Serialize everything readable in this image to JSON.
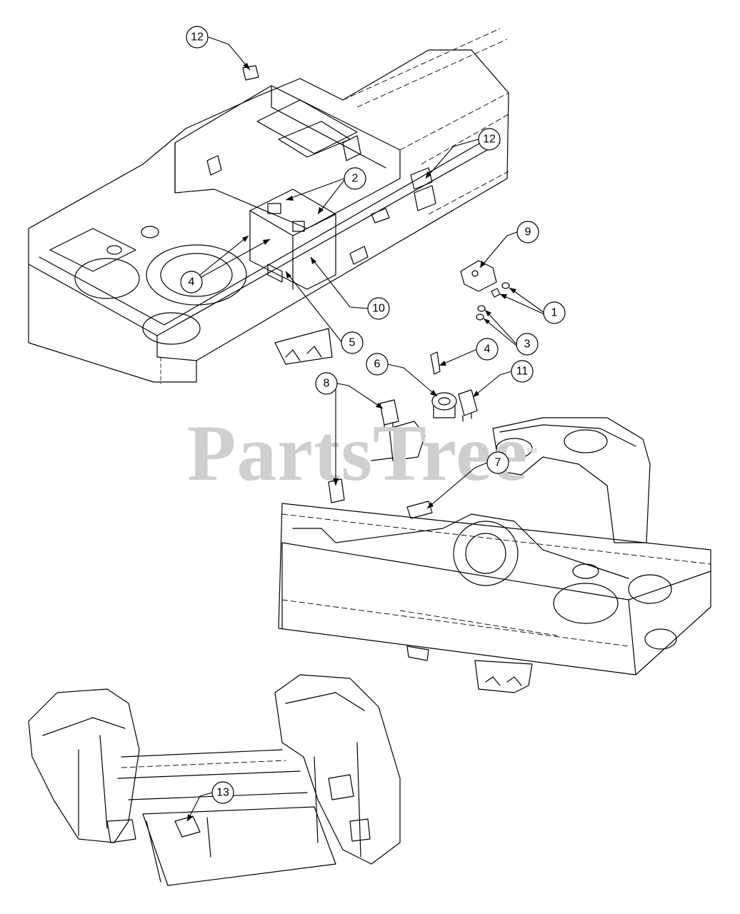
{
  "watermark": {
    "text": "PartsTree",
    "trademark": "™"
  },
  "callouts": [
    {
      "id": "c12a",
      "label": "12"
    },
    {
      "id": "c12b",
      "label": "12"
    },
    {
      "id": "c2",
      "label": "2"
    },
    {
      "id": "c9",
      "label": "9"
    },
    {
      "id": "c4a",
      "label": "4"
    },
    {
      "id": "c1",
      "label": "1"
    },
    {
      "id": "c10",
      "label": "10"
    },
    {
      "id": "c3",
      "label": "3"
    },
    {
      "id": "c5",
      "label": "5"
    },
    {
      "id": "c4b",
      "label": "4"
    },
    {
      "id": "c6",
      "label": "6"
    },
    {
      "id": "c11",
      "label": "11"
    },
    {
      "id": "c8",
      "label": "8"
    },
    {
      "id": "c7",
      "label": "7"
    },
    {
      "id": "c13",
      "label": "13"
    }
  ]
}
